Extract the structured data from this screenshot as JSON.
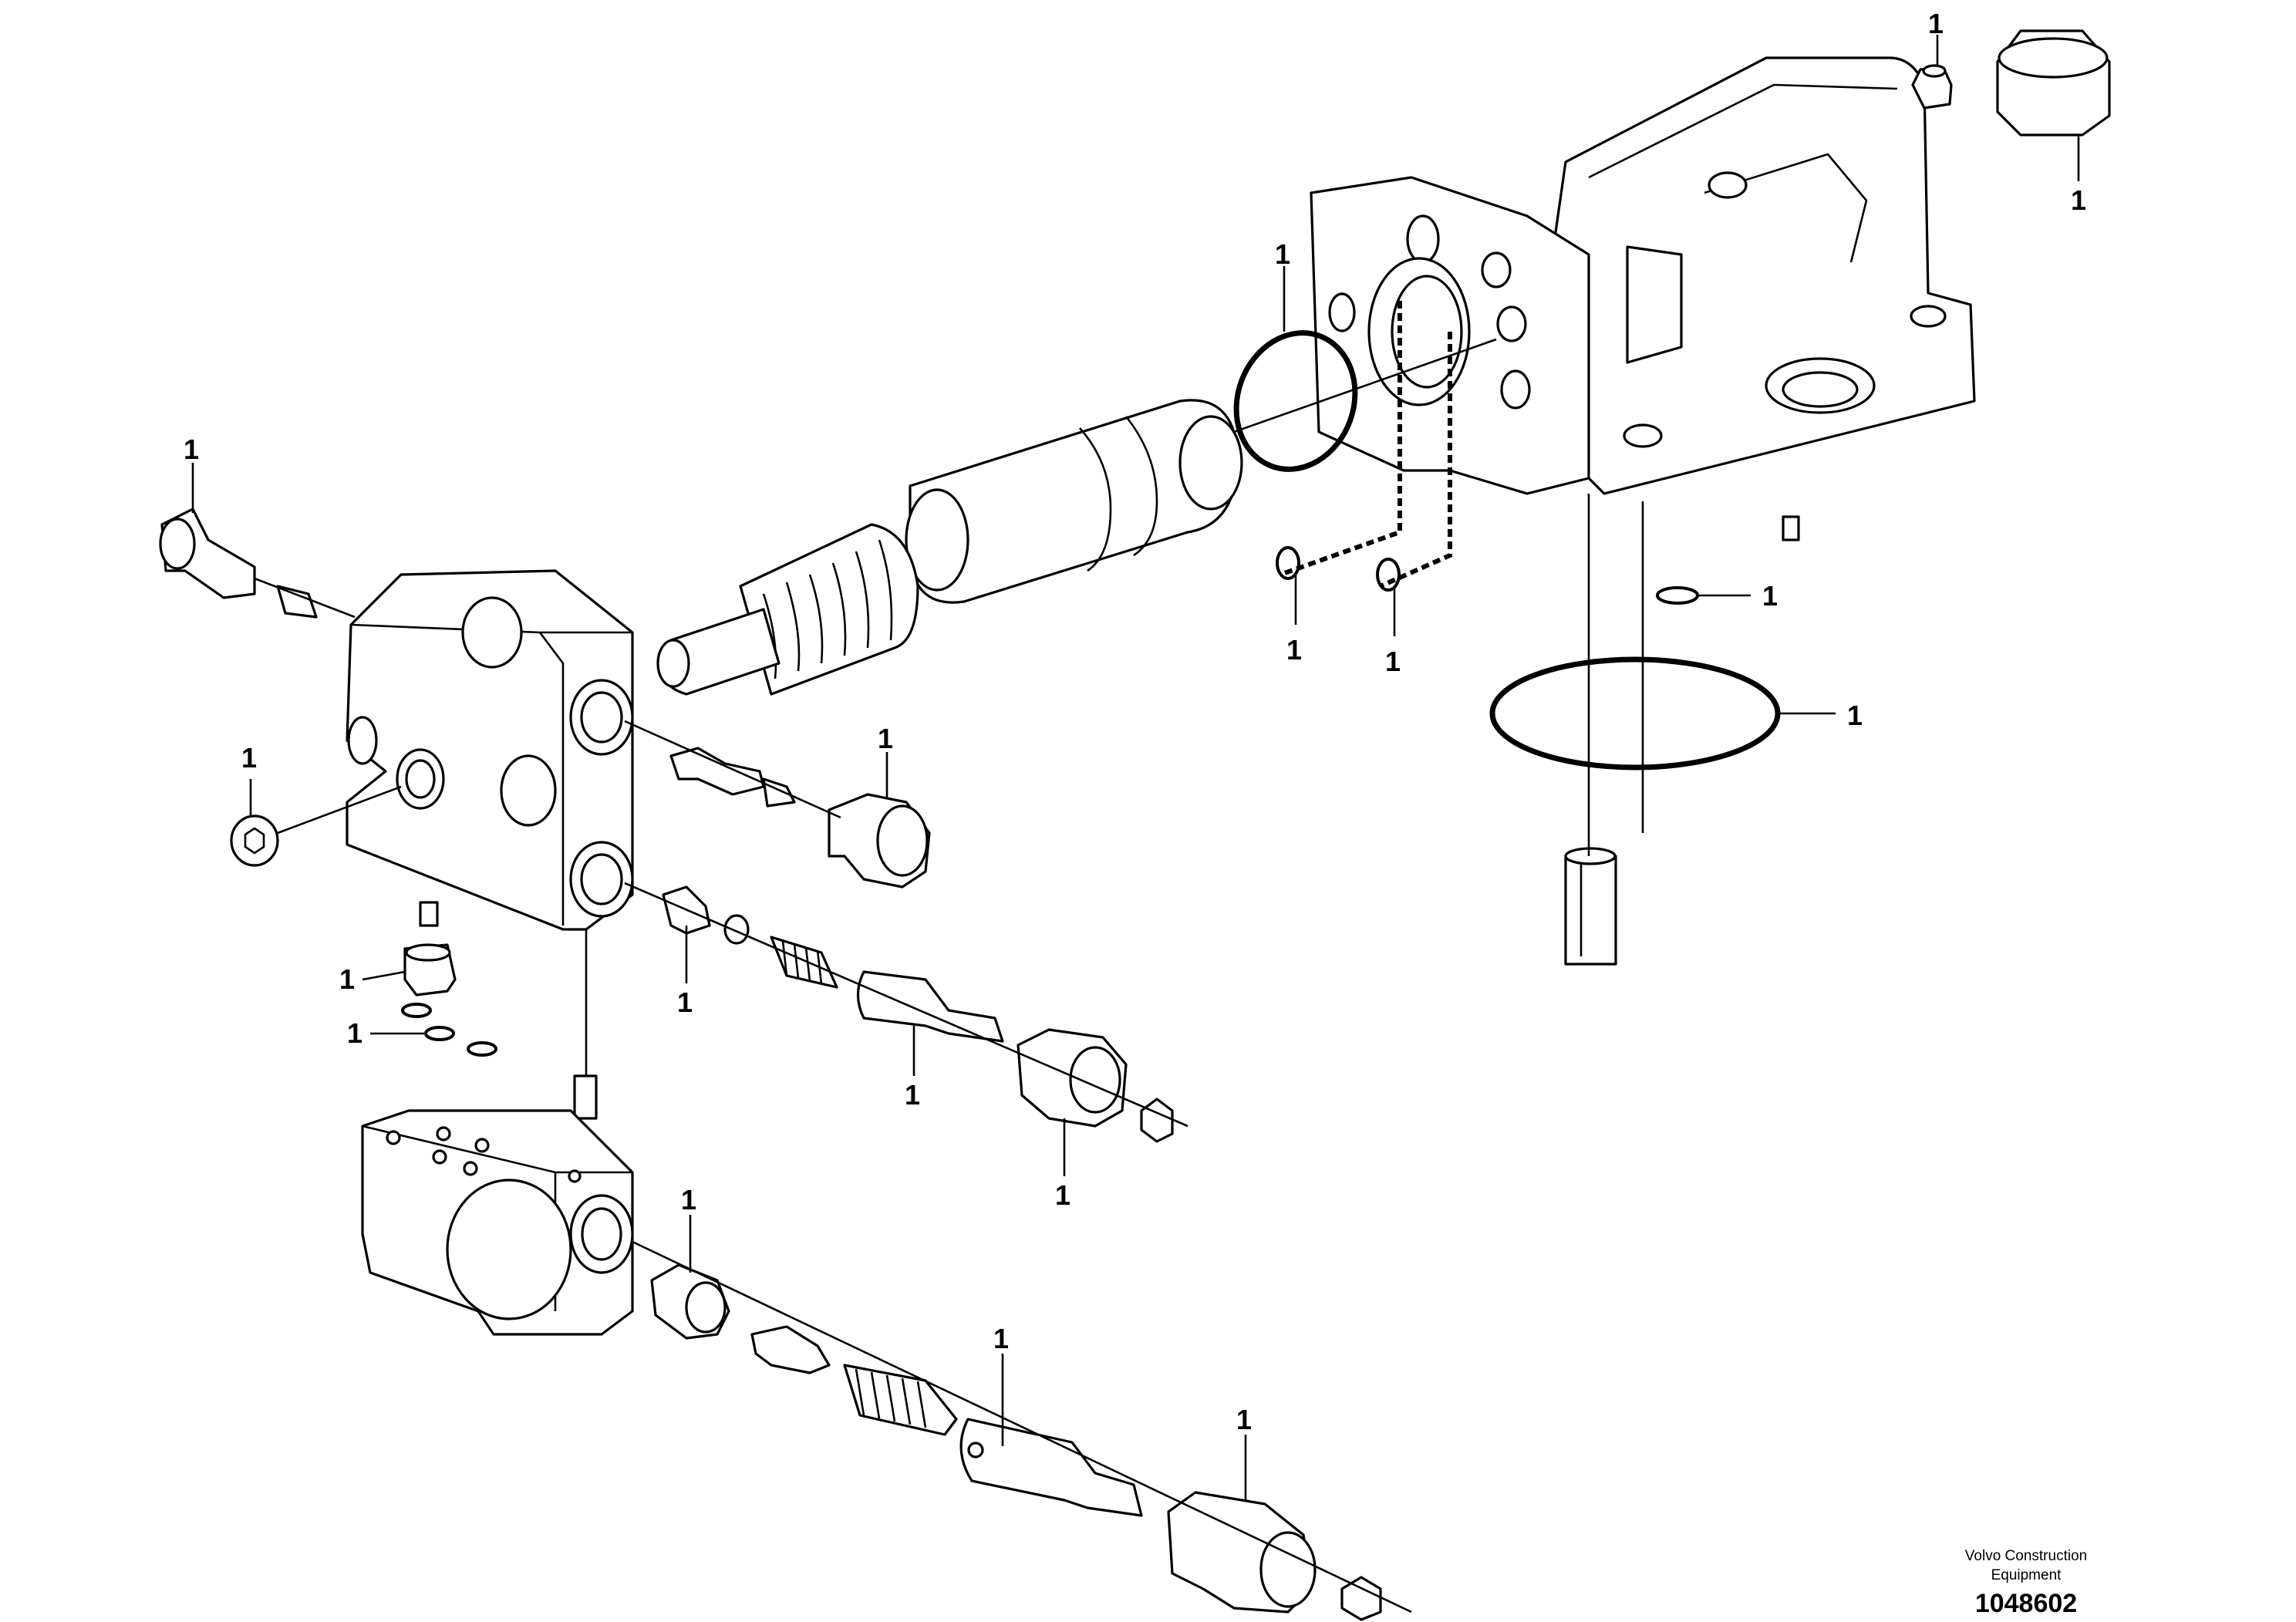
{
  "diagram": {
    "callout_text": "1",
    "footer": {
      "company_line1": "Volvo Construction",
      "company_line2": "Equipment",
      "drawing_number": "1048602"
    }
  }
}
